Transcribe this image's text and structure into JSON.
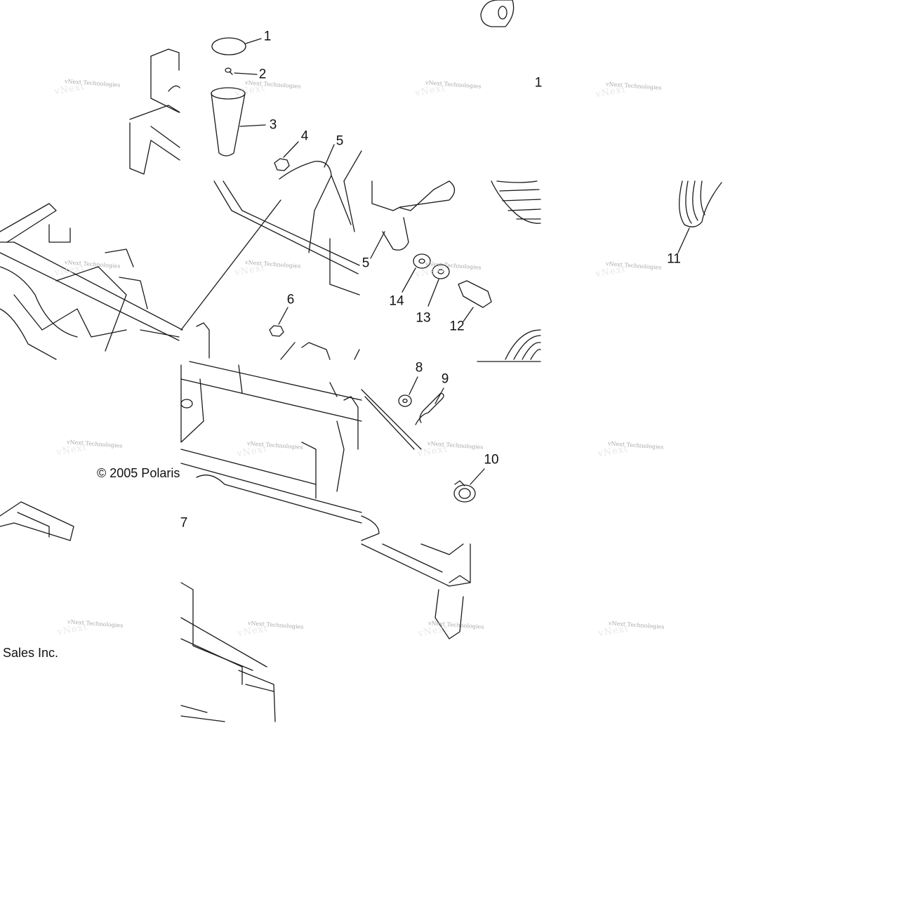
{
  "callouts": [
    {
      "id": "c1",
      "text": "1"
    },
    {
      "id": "c2",
      "text": "2"
    },
    {
      "id": "c3",
      "text": "3"
    },
    {
      "id": "c4",
      "text": "4"
    },
    {
      "id": "c5a",
      "text": "5"
    },
    {
      "id": "c5b",
      "text": "5"
    },
    {
      "id": "c6",
      "text": "6"
    },
    {
      "id": "c7",
      "text": "7"
    },
    {
      "id": "c8",
      "text": "8"
    },
    {
      "id": "c9",
      "text": "9"
    },
    {
      "id": "c10",
      "text": "10"
    },
    {
      "id": "c11",
      "text": "11"
    },
    {
      "id": "c12",
      "text": "12"
    },
    {
      "id": "c13",
      "text": "13"
    },
    {
      "id": "c14",
      "text": "14"
    },
    {
      "id": "c1b",
      "text": "1"
    }
  ],
  "copyright": {
    "part_a": "© 2005 Polaris",
    "part_b": "Sales Inc."
  },
  "watermark": {
    "text": "vNext Technologies"
  },
  "colors": {
    "line": "#1a1a1a",
    "watermark": "#9a9a9a"
  }
}
